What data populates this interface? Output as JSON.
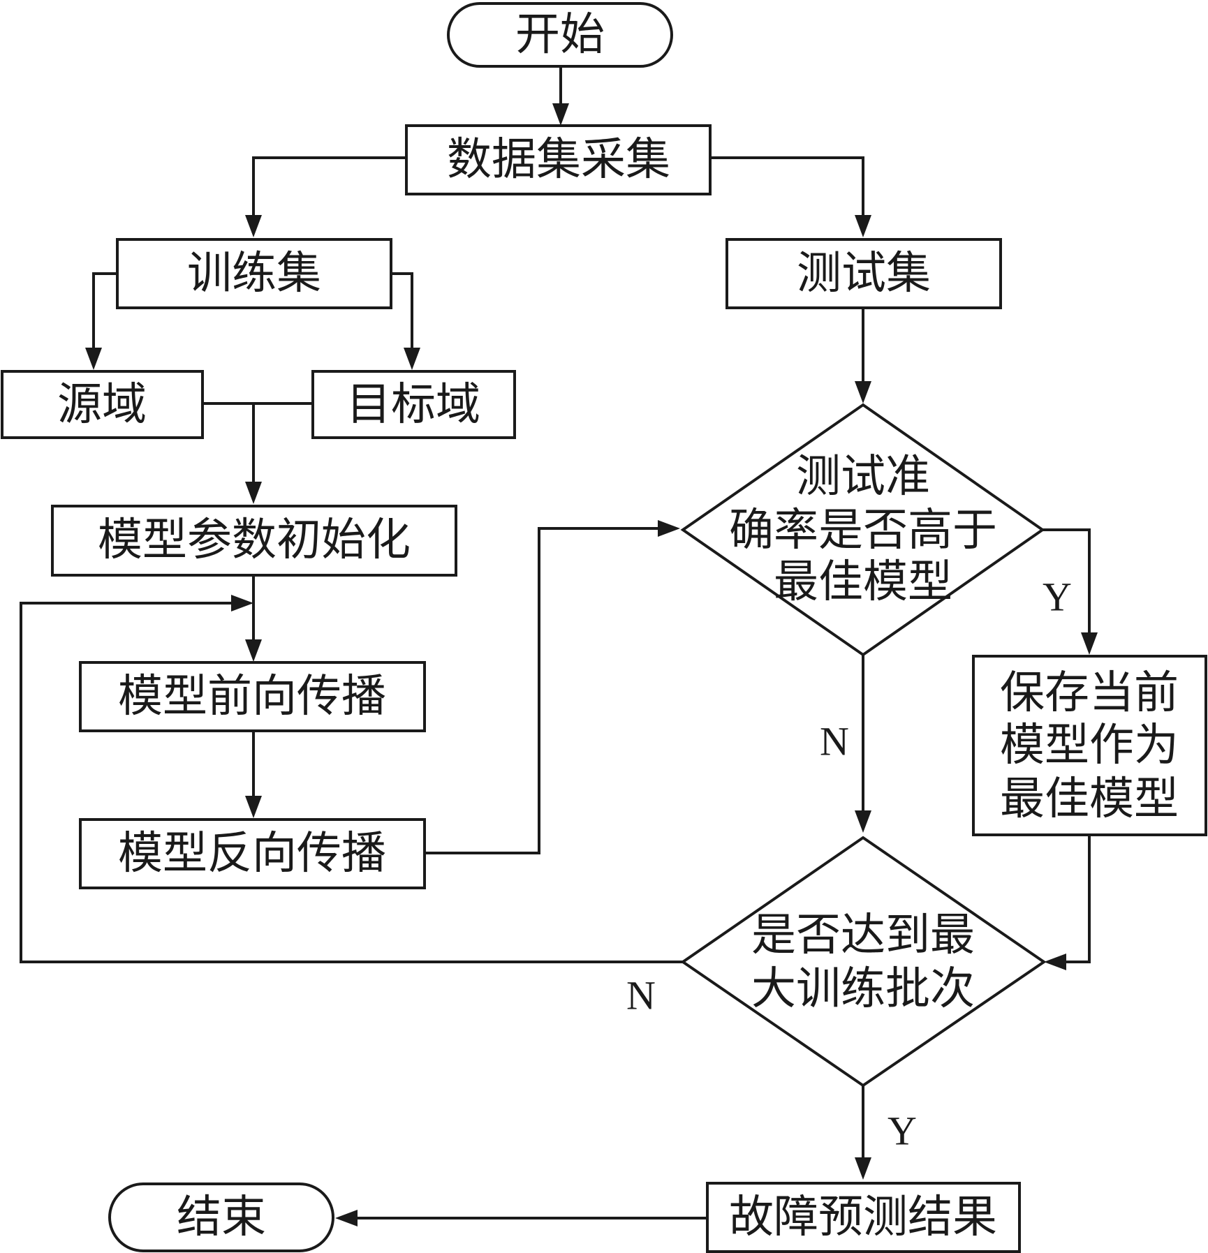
{
  "nodes": {
    "start": "开始",
    "data_collection": "数据集采集",
    "train_set": "训练集",
    "test_set": "测试集",
    "source_domain": "源域",
    "target_domain": "目标域",
    "param_init": "模型参数初始化",
    "forward": "模型前向传播",
    "backward": "模型反向传播",
    "decision_accuracy": [
      "测试准",
      "确率是否高于",
      "最佳模型"
    ],
    "save_best": [
      "保存当前",
      "模型作为",
      "最佳模型"
    ],
    "decision_epochs": [
      "是否达到最",
      "大训练批次"
    ],
    "fault_result": "故障预测结果",
    "end": "结束"
  },
  "edge_labels": {
    "accuracy_yes": "Y",
    "accuracy_no": "N",
    "epochs_no": "N",
    "epochs_yes": "Y"
  }
}
